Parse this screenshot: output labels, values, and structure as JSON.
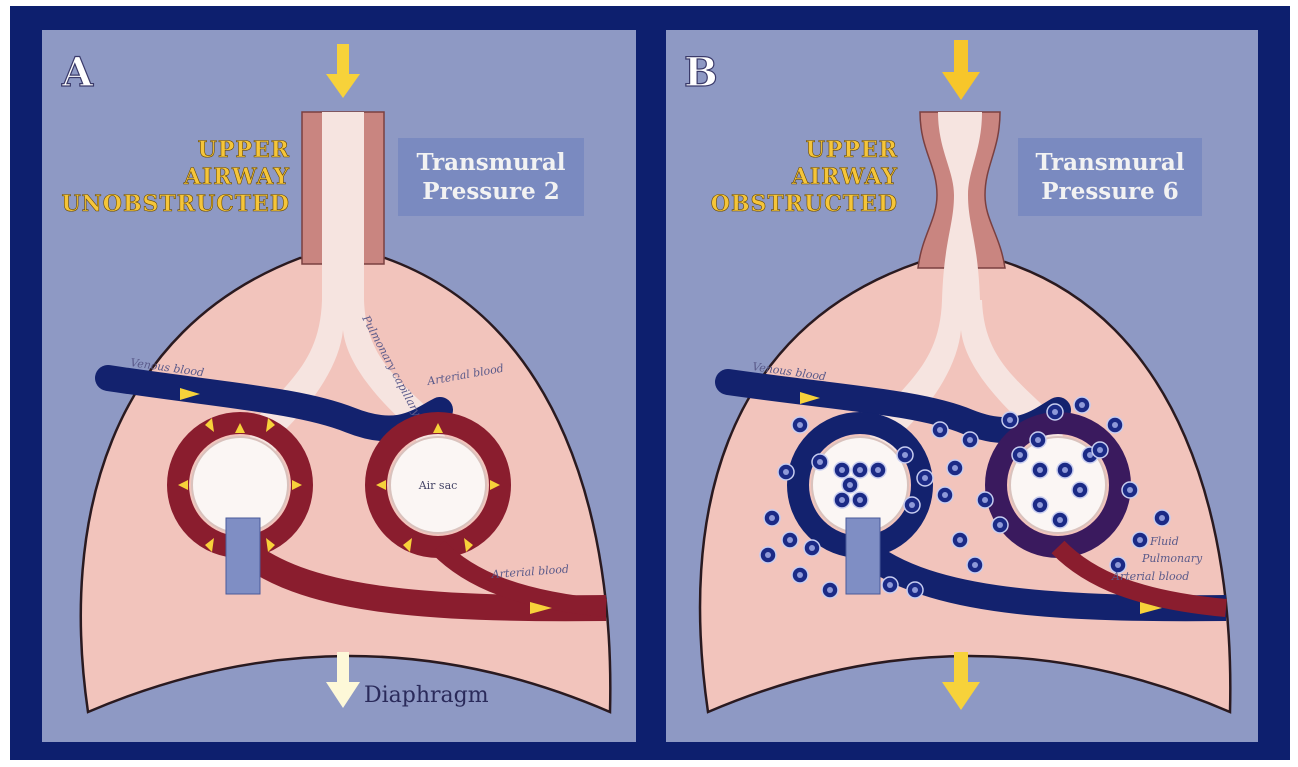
{
  "panels": [
    {
      "letter": "A",
      "airway_label": [
        "UPPER",
        "AIRWAY",
        "UNOBSTRUCTED"
      ],
      "pressure_label": [
        "Transmural",
        "Pressure 2"
      ],
      "vein_label": "Venous blood",
      "artery_label": "Arterial blood",
      "capillary_label": "Pulmonary capillary",
      "airsac_label": "Air sac",
      "diaphragm_label": "Diaphragm"
    },
    {
      "letter": "B",
      "airway_label": [
        "UPPER",
        "AIRWAY",
        "OBSTRUCTED"
      ],
      "pressure_label": [
        "Transmural",
        "Pressure 6"
      ],
      "vein_label": "Venous blood",
      "fluid_label": [
        "Fluid",
        "Pulmonary",
        "Arterial blood"
      ]
    }
  ],
  "colors": {
    "frame": "#0d1f6e",
    "panel_bg": "#8e99c4",
    "lung": "#f2c4bc",
    "airway": "#f6e4e0",
    "trachea_wall": "#c98580",
    "vein": "#13226e",
    "artery": "#8a1d2e",
    "arrow": "#f7d23a",
    "label_box": "#7a8ac0"
  },
  "icons": [
    "down-arrow-icon",
    "right-arrow-icon",
    "fluid-droplet-icon"
  ]
}
